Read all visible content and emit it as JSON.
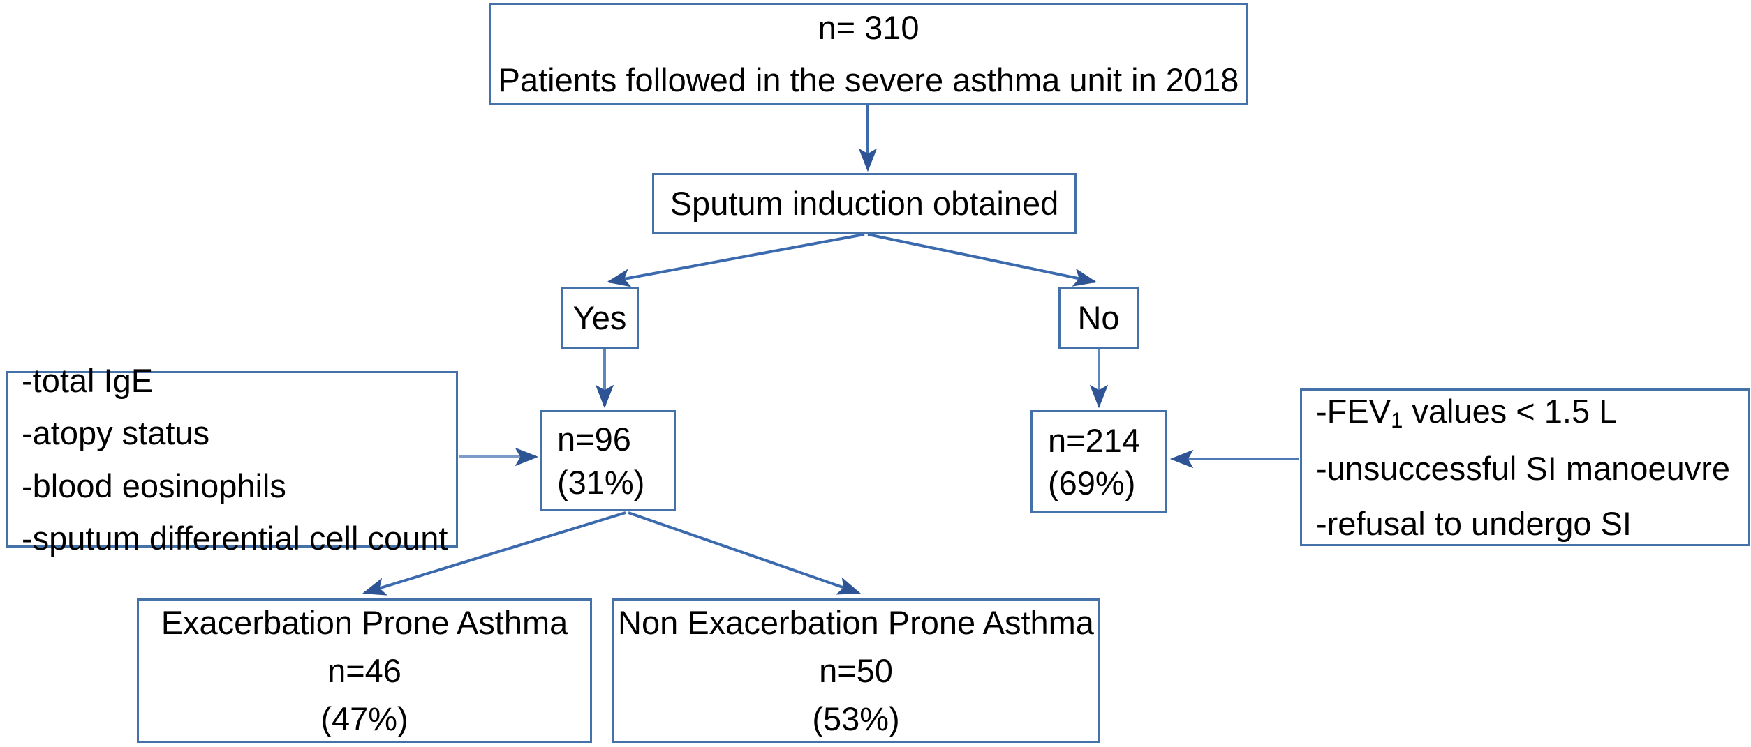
{
  "diagram": {
    "title": "Severe asthma unit sputum induction study flow diagram",
    "type": "flowchart",
    "colors": {
      "box_border": "#4472A8",
      "connector": "#2E5496",
      "connector_light": "#7C9BC8",
      "text": "#000000",
      "background": "#FFFFFF"
    }
  },
  "nodes": {
    "root": {
      "line1": "n= 310",
      "line2": "Patients followed in the severe asthma unit in 2018"
    },
    "sputum": {
      "label": "Sputum induction obtained"
    },
    "yes": {
      "label": "Yes"
    },
    "no": {
      "label": "No"
    },
    "n96": {
      "line1": "n=96",
      "line2": "(31%)"
    },
    "n214": {
      "line1": "n=214",
      "line2": "(69%)"
    },
    "biomarkers": {
      "item1": "-total IgE",
      "item2": "-atopy status",
      "item3": "-blood eosinophils",
      "item4": "-sputum differential cell count"
    },
    "reasons": {
      "item1_prefix": "-FEV",
      "item1_sub": "1",
      "item1_suffix": " values < 1.5 L",
      "item2": "-unsuccessful SI manoeuvre",
      "item3": "-refusal to undergo SI"
    },
    "exacerbation_prone": {
      "line1": "Exacerbation Prone Asthma",
      "line2": "n=46",
      "line3": "(47%)"
    },
    "non_exacerbation_prone": {
      "line1": "Non Exacerbation Prone Asthma",
      "line2": "n=50",
      "line3": "(53%)"
    }
  },
  "chart_data": {
    "type": "diagram",
    "title": "Patient flow through sputum induction in a severe asthma unit (2018)",
    "total_patients": 310,
    "branches": [
      {
        "name": "Sputum induction obtained - Yes",
        "n": 96,
        "percent": 31
      },
      {
        "name": "Sputum induction obtained - No",
        "n": 214,
        "percent": 69
      }
    ],
    "subgroups_of_yes": [
      {
        "name": "Exacerbation Prone Asthma",
        "n": 46,
        "percent": 47
      },
      {
        "name": "Non Exacerbation Prone Asthma",
        "n": 50,
        "percent": 53
      }
    ],
    "measurements_collected": [
      "total IgE",
      "atopy status",
      "blood eosinophils",
      "sputum differential cell count"
    ],
    "reasons_for_no_induction": [
      "FEV1 values < 1.5 L",
      "unsuccessful SI manoeuvre",
      "refusal to undergo SI"
    ]
  }
}
